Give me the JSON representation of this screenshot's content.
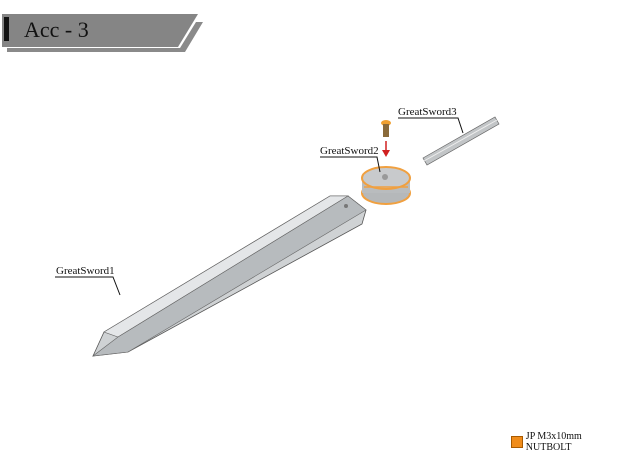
{
  "header": {
    "title": "Acc - 3"
  },
  "parts": [
    {
      "label": "GreatSword1"
    },
    {
      "label": "GreatSword2"
    },
    {
      "label": "GreatSword3"
    }
  ],
  "legend": {
    "label": "JP M3x10mm NUTBOLT",
    "color": "#f08c1a"
  }
}
